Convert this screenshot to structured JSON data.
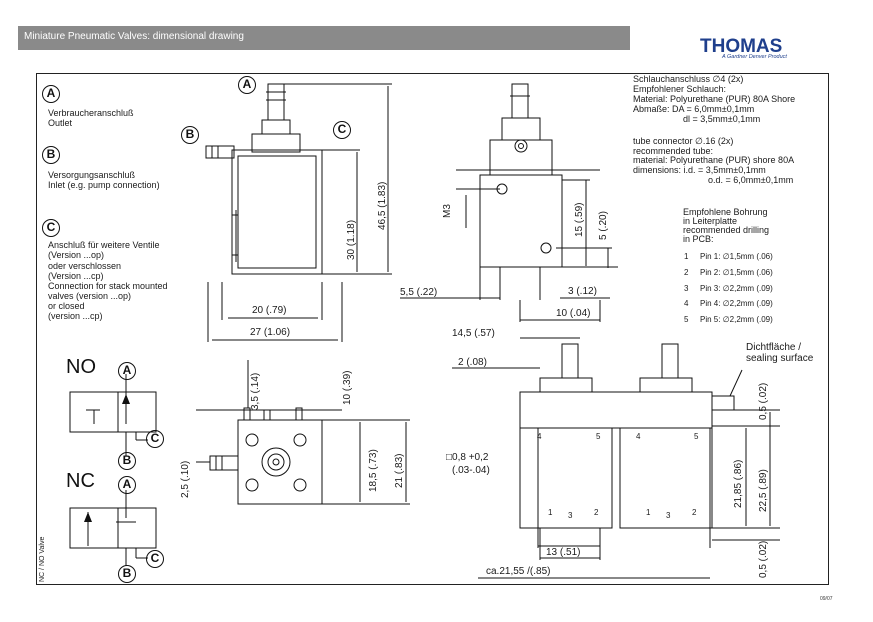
{
  "header": {
    "title": "Miniature Pneumatic Valves: dimensional drawing"
  },
  "brand": {
    "name": "THOMAS",
    "tagline": "A Gardner Denver Product"
  },
  "legend": {
    "A": {
      "letter": "A",
      "de": "Verbraucheranschluß",
      "en": "Outlet"
    },
    "B": {
      "letter": "B",
      "de": "Versorgungsanschluß",
      "en": "Inlet (e.g. pump connection)"
    },
    "C": {
      "letter": "C",
      "lines": [
        "Anschluß für weitere Ventile",
        "(Version ...op)",
        "oder verschlossen",
        "(Version ...cp)",
        "Connection for stack mounted",
        "valves (version ...op)",
        "or closed",
        "(version ...cp)"
      ]
    }
  },
  "tube_spec": {
    "de": [
      "Schlauchanschluss ∅4 (2x)",
      "Empfohlener Schlauch:",
      "Material: Polyurethane (PUR)  80A Shore",
      "Abmaße: DA = 6,0mm±0,1mm",
      "dl   = 3,5mm±0,1mm"
    ],
    "en": [
      "tube connector  ∅.16 (2x)",
      "recommended tube:",
      "material: Polyurethane (PUR) shore 80A",
      "dimensions: i.d.  =  3,5mm±0,1mm",
      "o.d. =  6,0mm±0,1mm"
    ]
  },
  "pcb": {
    "header": [
      "Empfohlene Bohrung",
      "in Leiterplatte",
      "recommended drilling",
      "in PCB:"
    ],
    "pins": [
      {
        "num": "1",
        "label": "Pin 1:  ∅1,5mm (.06)"
      },
      {
        "num": "2",
        "label": "Pin 2:  ∅1,5mm (.06)"
      },
      {
        "num": "3",
        "label": "Pin 3:  ∅2,2mm (.09)"
      },
      {
        "num": "4",
        "label": "Pin 4:  ∅2,2mm (.09)"
      },
      {
        "num": "5",
        "label": "Pin 5:  ∅2,2mm (.09)"
      }
    ]
  },
  "dims": {
    "d46": "46,5 (1.83)",
    "d30": "30 (1.18)",
    "d20": "20 (.79)",
    "d27": "27 (1.06)",
    "m3": "M3",
    "d15": "15 (.59)",
    "d5": "5 (.20)",
    "d55": "5,5 (.22)",
    "d3": "3 (.12)",
    "d10b": "10 (.04)",
    "d35": "3,5 (.14)",
    "d10": "10 (.39)",
    "d25": "2,5 (.10)",
    "d185": "18,5 (.73)",
    "d21": "21 (.83)",
    "d145": "14,5 (.57)",
    "d2": "2 (.08)",
    "sq1": "□0,8 +0,2",
    "sq2": "(.03-.04)",
    "d2185": "21,85 (.86)",
    "d225": "22,5 (.89)",
    "d05a": "0,5 (.02)",
    "d05b": "0,5 (.02)",
    "d13": "13 (.51)",
    "d2155": "ca.21,55 /(.85)"
  },
  "sealing": {
    "de": "Dichtfläche /",
    "en": "sealing surface"
  },
  "symbols": {
    "no": "NO",
    "nc": "NC",
    "a": "A",
    "b": "B",
    "c": "C"
  },
  "side_label": "NC / NO Valve",
  "footer": {
    "code": "09/07"
  }
}
